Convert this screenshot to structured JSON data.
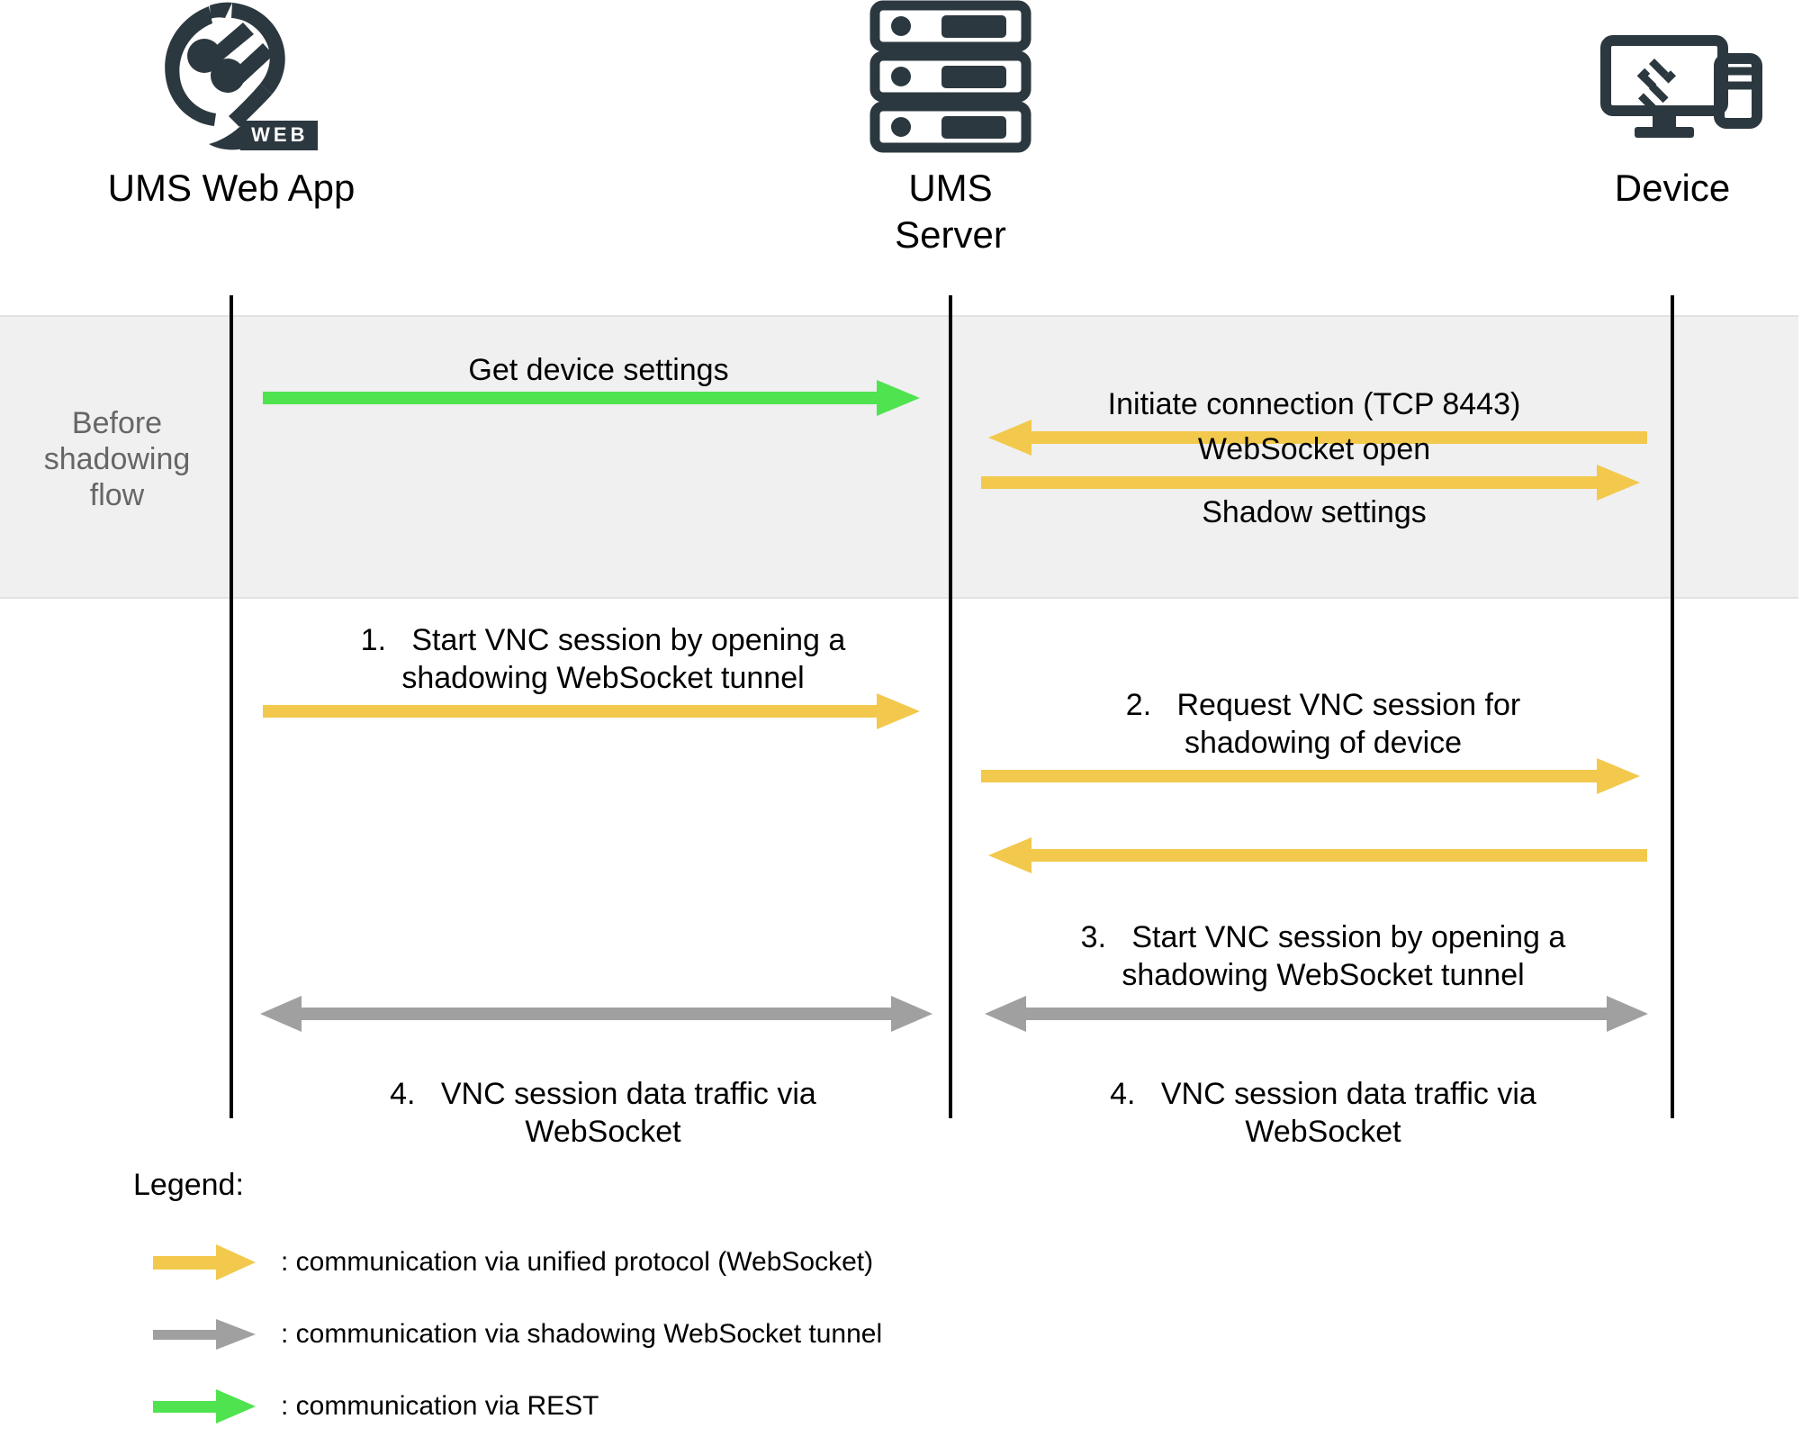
{
  "diagram": {
    "title": "UMS shadowing sequence diagram",
    "participants": [
      {
        "name": "ums-web-app",
        "label": "UMS Web App",
        "icon": "ums-web-logo-icon"
      },
      {
        "name": "ums-server",
        "label": "UMS\nServer",
        "icon": "server-rack-icon"
      },
      {
        "name": "device",
        "label": "Device",
        "icon": "monitor-desktop-icon"
      }
    ],
    "logo_badge_text": "WEB",
    "phase": {
      "label": "Before\nshadowing\nflow"
    },
    "messages": [
      {
        "id": "get-device-settings",
        "text": "Get device settings",
        "type": "rest",
        "direction": "right",
        "from": "ums-web-app",
        "to": "ums-server"
      },
      {
        "id": "initiate-connection",
        "text": "Initiate connection (TCP 8443)",
        "type": "unified",
        "direction": "left",
        "from": "device",
        "to": "ums-server"
      },
      {
        "id": "websocket-open",
        "text": "WebSocket open",
        "type": "unified",
        "direction": "right",
        "from": "ums-server",
        "to": "device"
      },
      {
        "id": "shadow-settings",
        "text": "Shadow settings",
        "type": "unified",
        "direction": "none",
        "from": "ums-server",
        "to": "device"
      },
      {
        "id": "step-1",
        "number": "1.",
        "text": "Start VNC session by opening a\nshadowing WebSocket tunnel",
        "type": "unified",
        "direction": "right",
        "from": "ums-web-app",
        "to": "ums-server"
      },
      {
        "id": "step-2",
        "number": "2.",
        "text": "Request VNC session for\nshadowing of device",
        "type": "unified",
        "direction": "right",
        "from": "ums-server",
        "to": "device"
      },
      {
        "id": "step-3",
        "number": "3.",
        "text": "Start VNC session by opening a\nshadowing WebSocket tunnel",
        "type": "unified",
        "direction": "left",
        "from": "device",
        "to": "ums-server"
      },
      {
        "id": "step-4-left",
        "number": "4.",
        "text": "VNC session data traffic via\nWebSocket",
        "type": "shadow-tunnel",
        "direction": "both",
        "from": "ums-web-app",
        "to": "ums-server"
      },
      {
        "id": "step-4-right",
        "number": "4.",
        "text": "VNC session data traffic via\nWebSocket",
        "type": "shadow-tunnel",
        "direction": "both",
        "from": "ums-server",
        "to": "device"
      }
    ]
  },
  "legend": {
    "title": "Legend:",
    "items": [
      {
        "id": "legend-unified",
        "color_key": "unified",
        "text": ": communication via unified protocol (WebSocket)"
      },
      {
        "id": "legend-shadow",
        "color_key": "shadow_tunnel",
        "text": ": communication via shadowing WebSocket tunnel"
      },
      {
        "id": "legend-rest",
        "color_key": "rest",
        "text": ": communication via REST"
      }
    ]
  },
  "colors": {
    "unified": "#f2c94c",
    "shadow_tunnel": "#a0a0a0",
    "rest": "#4fe34f",
    "lifeline": "#000000",
    "band_background": "#f0f0f0",
    "phase_label": "#666666",
    "icon_dark": "#2c383f"
  }
}
